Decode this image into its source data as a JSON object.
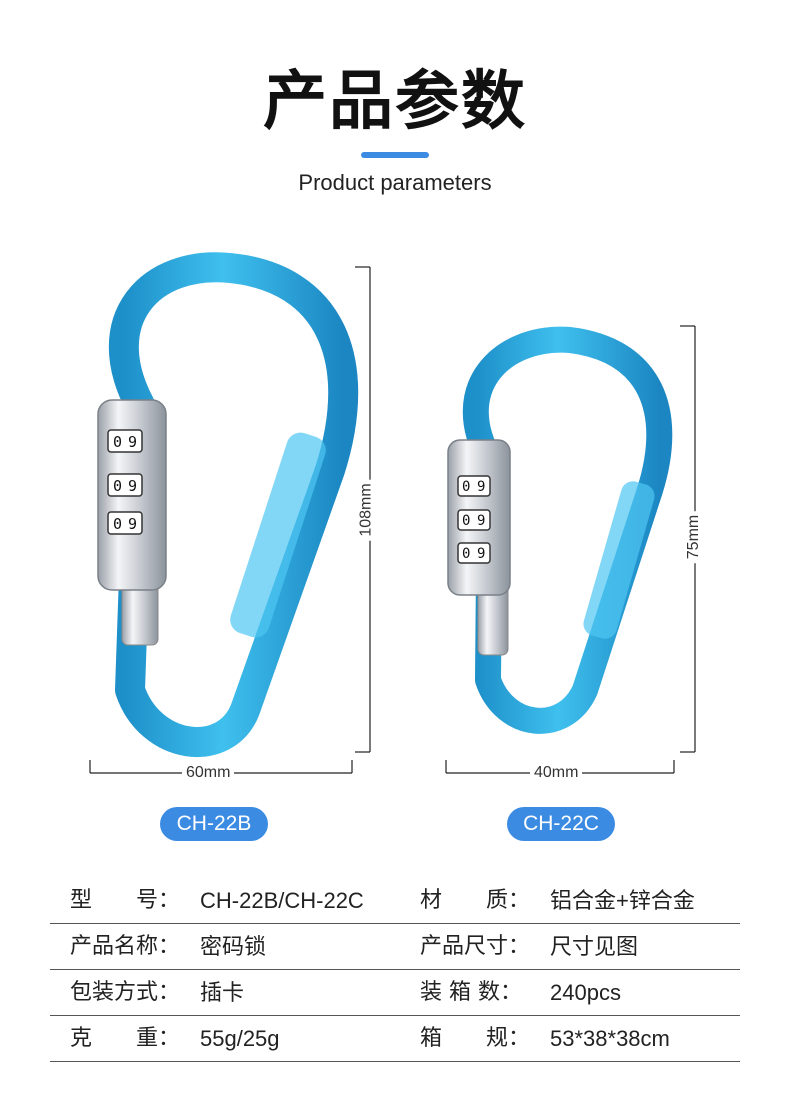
{
  "header": {
    "title": "产品参数",
    "subtitle": "Product parameters",
    "accent_color": "#3b8be3"
  },
  "products": [
    {
      "model": "CH-22B",
      "height": "108mm",
      "width": "60mm"
    },
    {
      "model": "CH-22C",
      "height": "75mm",
      "width": "40mm"
    }
  ],
  "lock_digits": [
    "0",
    "9"
  ],
  "carabiner_color": "#2fa9de",
  "specs": [
    [
      {
        "label": "型　　号：",
        "value": "CH-22B/CH-22C"
      },
      {
        "label": "材　　质：",
        "value": "铝合金+锌合金"
      }
    ],
    [
      {
        "label": "产品名称：",
        "value": "密码锁"
      },
      {
        "label": "产品尺寸：",
        "value": "尺寸见图"
      }
    ],
    [
      {
        "label": "包装方式：",
        "value": "插卡"
      },
      {
        "label": "装 箱 数：",
        "value": "240pcs"
      }
    ],
    [
      {
        "label": "克　　重：",
        "value": "55g/25g"
      },
      {
        "label": "箱　　规：",
        "value": "53*38*38cm"
      }
    ]
  ]
}
